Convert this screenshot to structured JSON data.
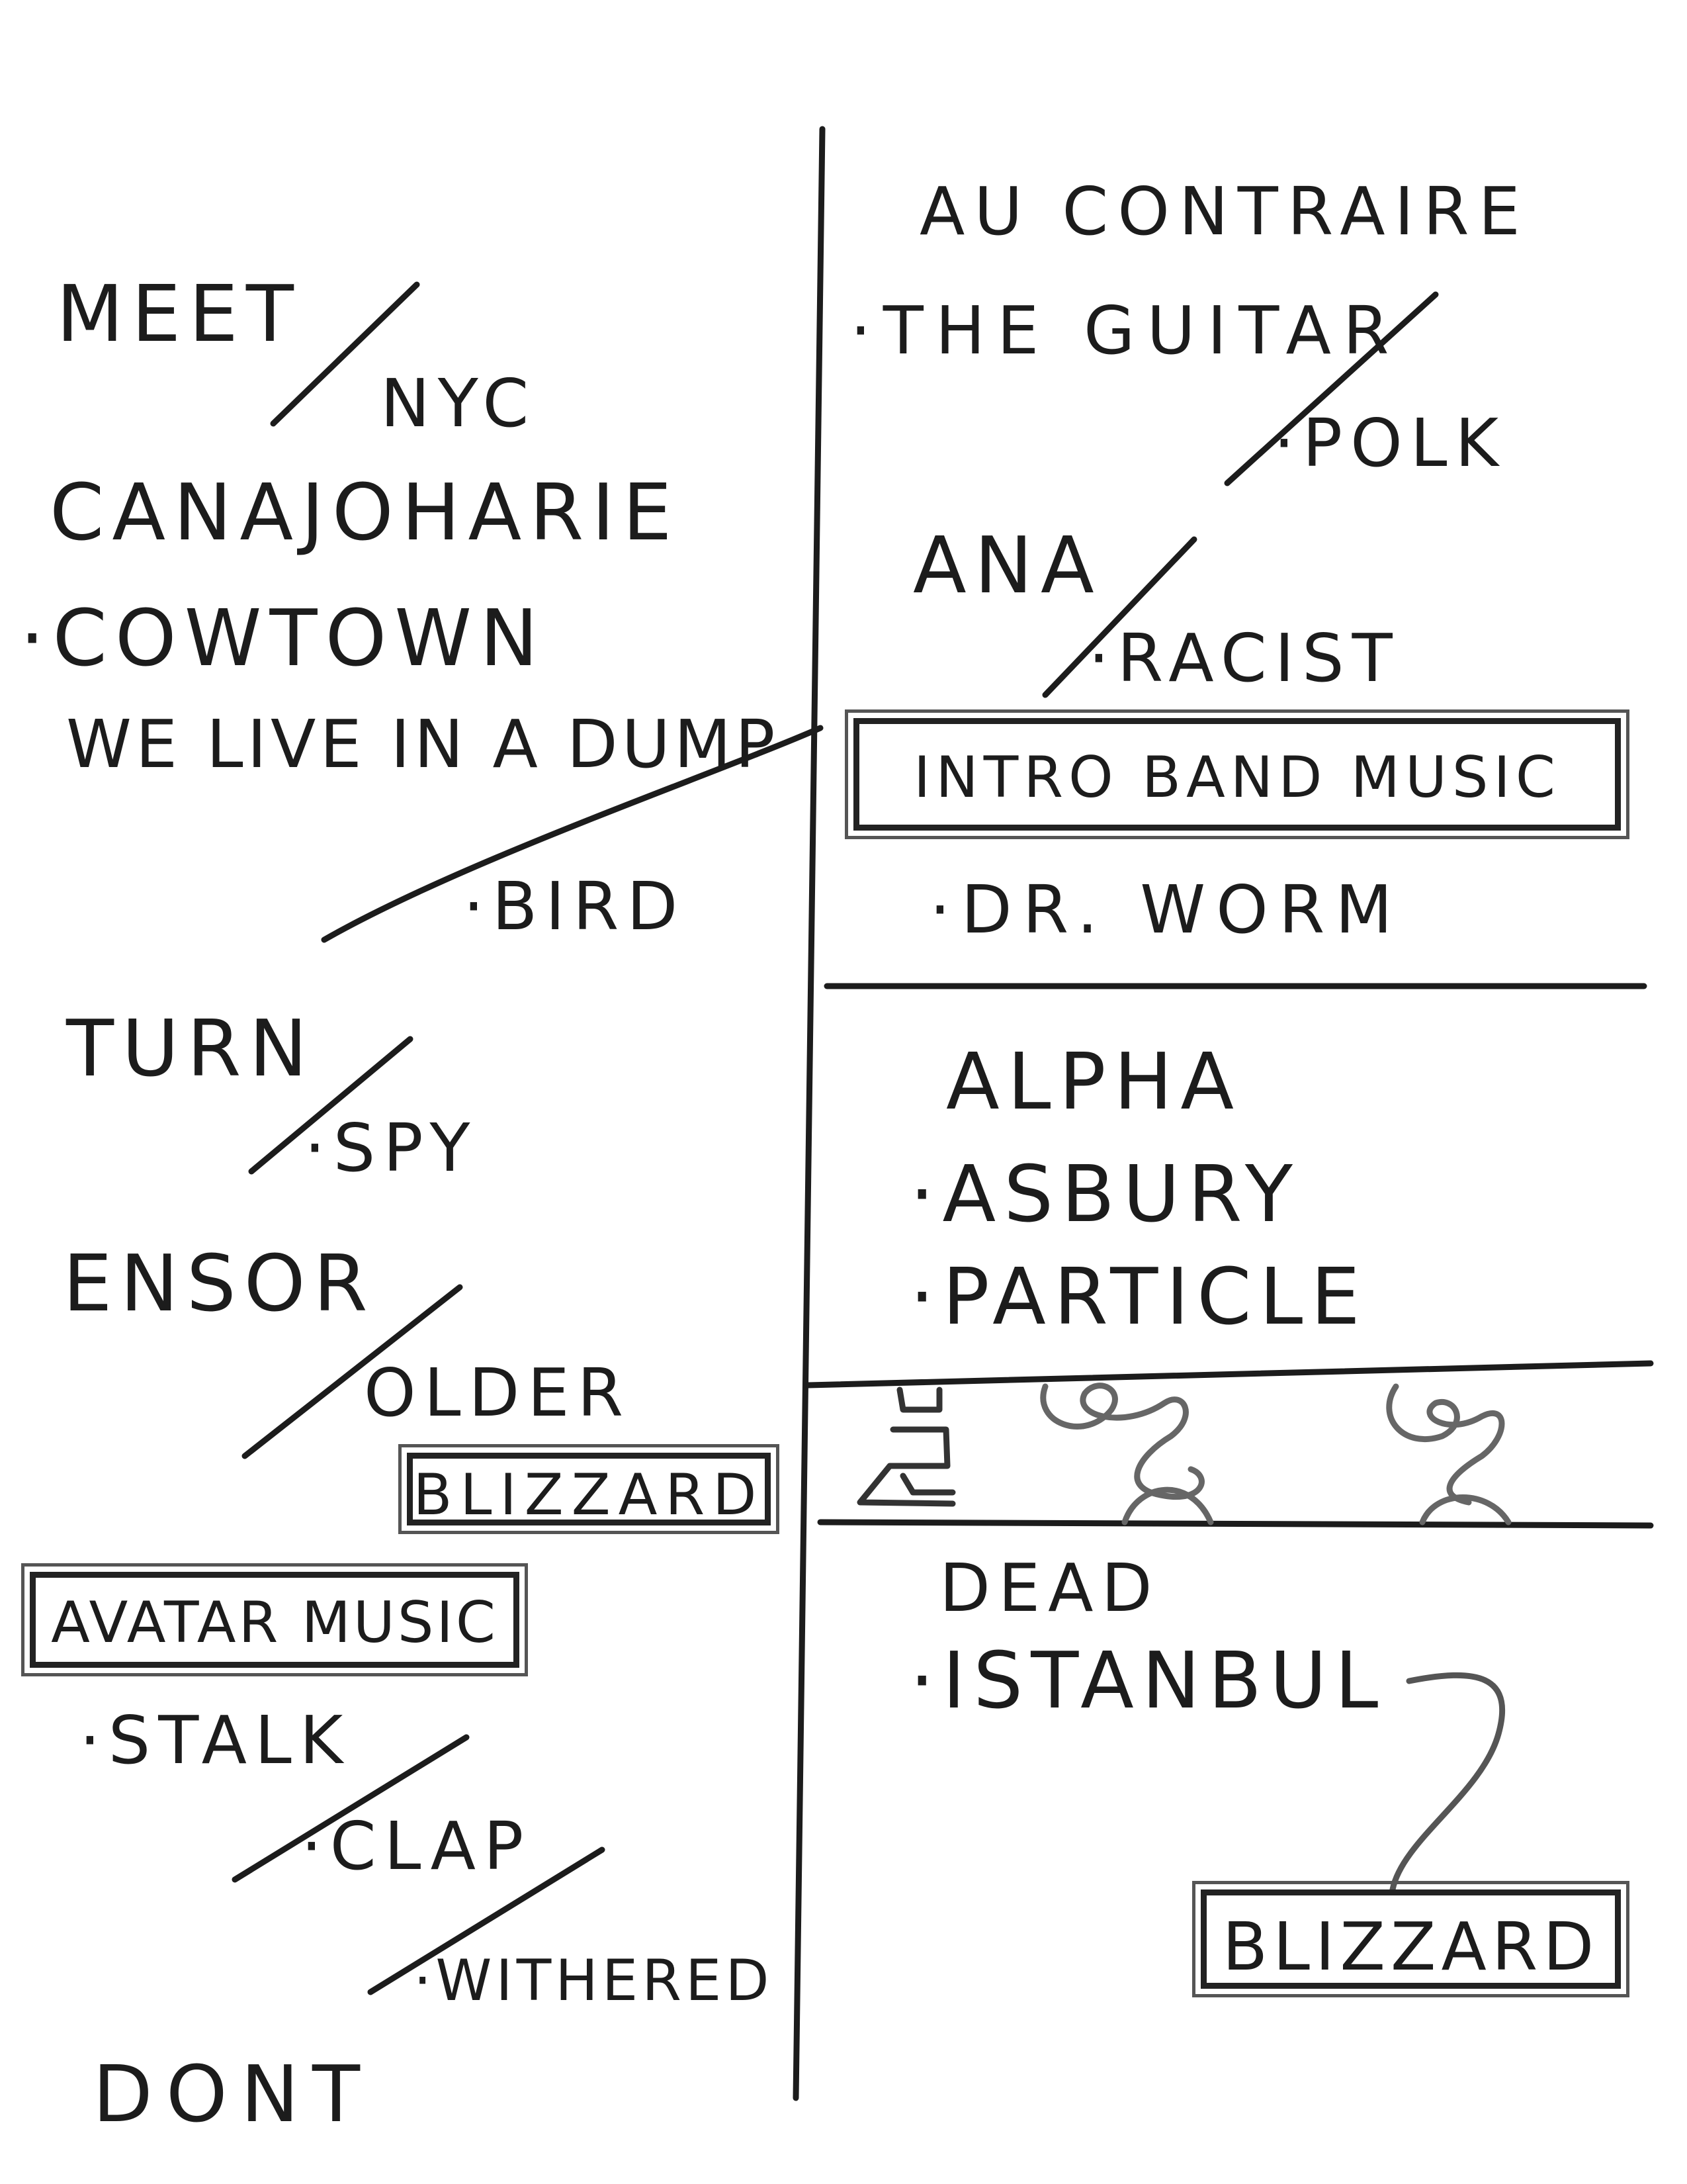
{
  "left_column": [
    {
      "id": "meet",
      "text": "MEET"
    },
    {
      "id": "nyc",
      "text": "NYC"
    },
    {
      "id": "canajoharie",
      "text": "CANAJOHARIE"
    },
    {
      "id": "cowtown",
      "text": "·COWTOWN"
    },
    {
      "id": "dump",
      "text": "WE LIVE IN A DUMP"
    },
    {
      "id": "bird",
      "text": "·BIRD"
    },
    {
      "id": "turn",
      "text": "TURN"
    },
    {
      "id": "spy",
      "text": "·SPY"
    },
    {
      "id": "ensor",
      "text": "ENSOR"
    },
    {
      "id": "older",
      "text": "OLDER"
    },
    {
      "id": "blizzard_small",
      "text": "BLIZZARD",
      "boxed": true
    },
    {
      "id": "avatar",
      "text": "AVATAR MUSIC",
      "boxed": true
    },
    {
      "id": "stalk",
      "text": "·STALK"
    },
    {
      "id": "clap",
      "text": "·CLAP"
    },
    {
      "id": "withered",
      "text": "·WITHERED"
    },
    {
      "id": "dont",
      "text": "DONT"
    }
  ],
  "right_column": [
    {
      "id": "contraire",
      "text": "AU CONTRAIRE"
    },
    {
      "id": "guitar",
      "text": "·THE GUITAR"
    },
    {
      "id": "polk",
      "text": "·POLK"
    },
    {
      "id": "ana",
      "text": "ANA"
    },
    {
      "id": "racist",
      "text": "·RACIST"
    },
    {
      "id": "intro",
      "text": "INTRO BAND MUSIC",
      "boxed": true
    },
    {
      "id": "worm",
      "text": "·DR. WORM"
    },
    {
      "id": "alpha",
      "text": "ALPHA"
    },
    {
      "id": "asbury",
      "text": "·ASBURY"
    },
    {
      "id": "particle",
      "text": "·PARTICLE"
    },
    {
      "id": "dead",
      "text": "DEAD"
    },
    {
      "id": "istanbul",
      "text": "·ISTANBUL"
    },
    {
      "id": "blizzard_big",
      "text": "BLIZZARD",
      "boxed": true
    }
  ],
  "ink_color": "#1c1c1c"
}
